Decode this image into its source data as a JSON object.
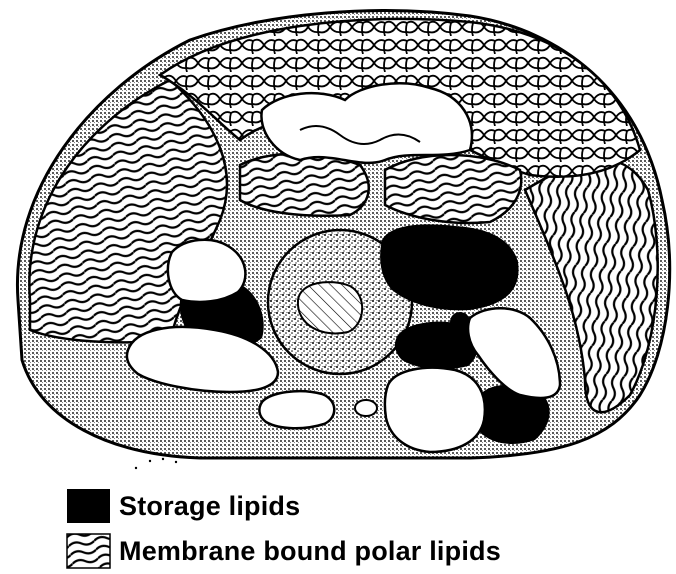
{
  "legend": [
    {
      "label": "Storage lipids",
      "swatch": "solid-black"
    },
    {
      "label": "Membrane bound polar lipids",
      "swatch": "wavy-hatch"
    }
  ],
  "colors": {
    "ink": "#000000",
    "paper": "#ffffff",
    "stipple": "#8a8a8a"
  }
}
